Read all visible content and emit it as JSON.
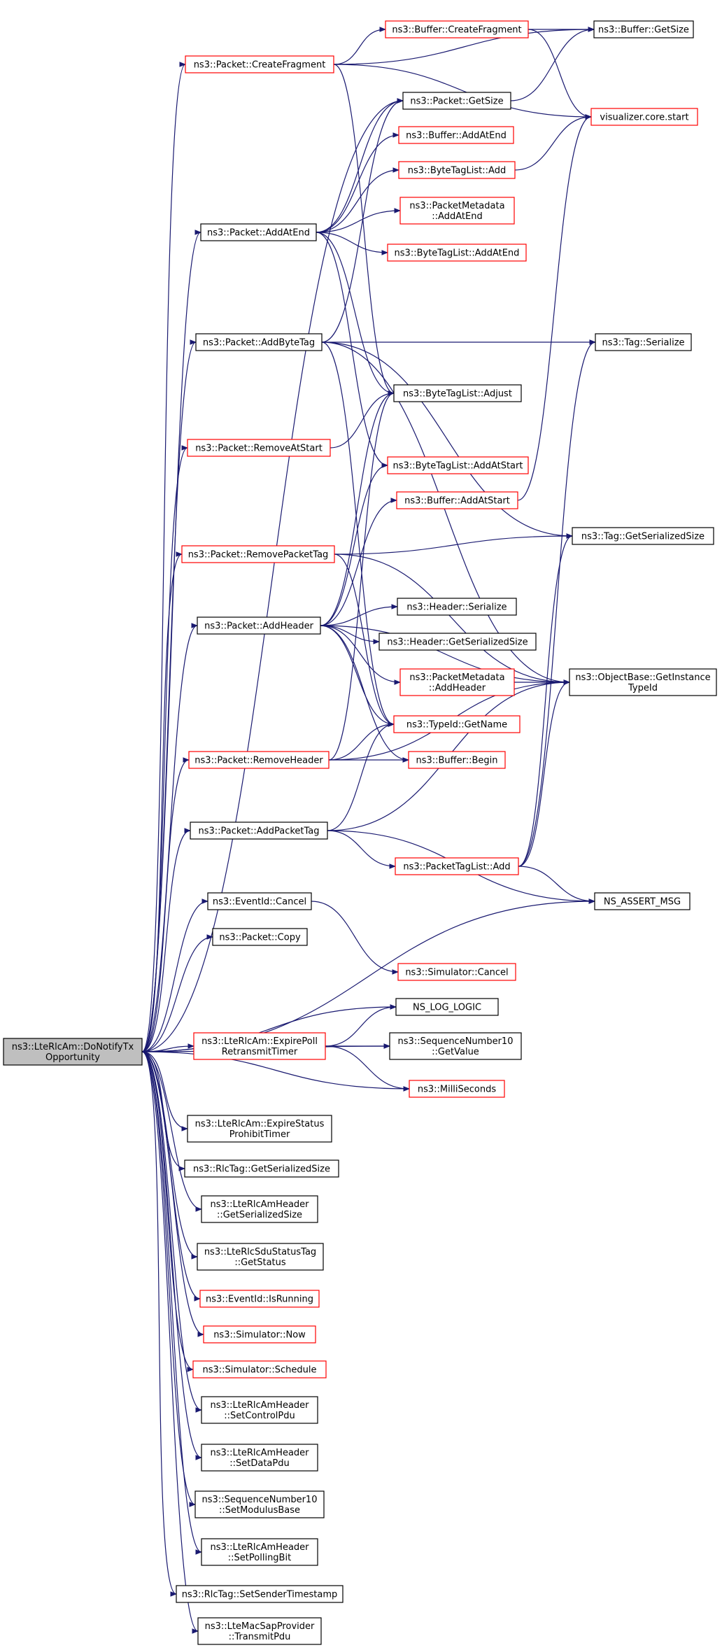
{
  "colors": {
    "edge": "#191970",
    "box_black": "#000000",
    "box_red": "#ff0000",
    "root_fill": "#bfbfbf",
    "box_fill": "#ffffff"
  },
  "nodes": [
    {
      "id": "root",
      "lines": [
        "ns3::LteRlcAm::DoNotifyTx",
        "Opportunity"
      ],
      "style": "root"
    },
    {
      "id": "createFragment",
      "lines": [
        "ns3::Packet::CreateFragment"
      ],
      "style": "red"
    },
    {
      "id": "bufCreateFragment",
      "lines": [
        "ns3::Buffer::CreateFragment"
      ],
      "style": "red"
    },
    {
      "id": "bufGetSize",
      "lines": [
        "ns3::Buffer::GetSize"
      ],
      "style": "black"
    },
    {
      "id": "pktGetSize",
      "lines": [
        "ns3::Packet::GetSize"
      ],
      "style": "black"
    },
    {
      "id": "vizStart",
      "lines": [
        "visualizer.core.start"
      ],
      "style": "red"
    },
    {
      "id": "bufAddAtEnd",
      "lines": [
        "ns3::Buffer::AddAtEnd"
      ],
      "style": "red"
    },
    {
      "id": "btlAdd",
      "lines": [
        "ns3::ByteTagList::Add"
      ],
      "style": "red"
    },
    {
      "id": "pktAddAtEnd",
      "lines": [
        "ns3::Packet::AddAtEnd"
      ],
      "style": "black"
    },
    {
      "id": "pmAddAtEnd",
      "lines": [
        "ns3::PacketMetadata",
        "::AddAtEnd"
      ],
      "style": "red"
    },
    {
      "id": "btlAddAtEnd",
      "lines": [
        "ns3::ByteTagList::AddAtEnd"
      ],
      "style": "red"
    },
    {
      "id": "pktAddByteTag",
      "lines": [
        "ns3::Packet::AddByteTag"
      ],
      "style": "black"
    },
    {
      "id": "tagSerialize",
      "lines": [
        "ns3::Tag::Serialize"
      ],
      "style": "black"
    },
    {
      "id": "btlAdjust",
      "lines": [
        "ns3::ByteTagList::Adjust"
      ],
      "style": "black"
    },
    {
      "id": "pktRemoveAtStart",
      "lines": [
        "ns3::Packet::RemoveAtStart"
      ],
      "style": "red"
    },
    {
      "id": "btlAddAtStart",
      "lines": [
        "ns3::ByteTagList::AddAtStart"
      ],
      "style": "red"
    },
    {
      "id": "bufAddAtStart",
      "lines": [
        "ns3::Buffer::AddAtStart"
      ],
      "style": "red"
    },
    {
      "id": "tagGetSerSize",
      "lines": [
        "ns3::Tag::GetSerializedSize"
      ],
      "style": "black"
    },
    {
      "id": "pktRemovePacketTag",
      "lines": [
        "ns3::Packet::RemovePacketTag"
      ],
      "style": "red"
    },
    {
      "id": "pktAddHeader",
      "lines": [
        "ns3::Packet::AddHeader"
      ],
      "style": "black"
    },
    {
      "id": "hdrSerialize",
      "lines": [
        "ns3::Header::Serialize"
      ],
      "style": "black"
    },
    {
      "id": "hdrGetSerSize",
      "lines": [
        "ns3::Header::GetSerializedSize"
      ],
      "style": "black"
    },
    {
      "id": "pmAddHeader",
      "lines": [
        "ns3::PacketMetadata",
        "::AddHeader"
      ],
      "style": "red"
    },
    {
      "id": "objGetInstanceTypeId",
      "lines": [
        "ns3::ObjectBase::GetInstance",
        "TypeId"
      ],
      "style": "black"
    },
    {
      "id": "typeIdGetName",
      "lines": [
        "ns3::TypeId::GetName"
      ],
      "style": "red"
    },
    {
      "id": "pktRemoveHeader",
      "lines": [
        "ns3::Packet::RemoveHeader"
      ],
      "style": "red"
    },
    {
      "id": "bufBegin",
      "lines": [
        "ns3::Buffer::Begin"
      ],
      "style": "red"
    },
    {
      "id": "pktAddPacketTag",
      "lines": [
        "ns3::Packet::AddPacketTag"
      ],
      "style": "black"
    },
    {
      "id": "ptlAdd",
      "lines": [
        "ns3::PacketTagList::Add"
      ],
      "style": "red"
    },
    {
      "id": "nsAssertMsg",
      "lines": [
        "NS_ASSERT_MSG"
      ],
      "style": "black"
    },
    {
      "id": "eventIdCancel",
      "lines": [
        "ns3::EventId::Cancel"
      ],
      "style": "black"
    },
    {
      "id": "pktCopy",
      "lines": [
        "ns3::Packet::Copy"
      ],
      "style": "black"
    },
    {
      "id": "simCancel",
      "lines": [
        "ns3::Simulator::Cancel"
      ],
      "style": "red"
    },
    {
      "id": "nsLogLogic",
      "lines": [
        "NS_LOG_LOGIC"
      ],
      "style": "black"
    },
    {
      "id": "expirePoll",
      "lines": [
        "ns3::LteRlcAm::ExpirePoll",
        "RetransmitTimer"
      ],
      "style": "red"
    },
    {
      "id": "seqGetValue",
      "lines": [
        "ns3::SequenceNumber10",
        "::GetValue"
      ],
      "style": "black"
    },
    {
      "id": "milliSeconds",
      "lines": [
        "ns3::MilliSeconds"
      ],
      "style": "red"
    },
    {
      "id": "expireStatus",
      "lines": [
        "ns3::LteRlcAm::ExpireStatus",
        "ProhibitTimer"
      ],
      "style": "black"
    },
    {
      "id": "rlcTagGetSerSize",
      "lines": [
        "ns3::RlcTag::GetSerializedSize"
      ],
      "style": "black"
    },
    {
      "id": "amHdrGetSerSize",
      "lines": [
        "ns3::LteRlcAmHeader",
        "::GetSerializedSize"
      ],
      "style": "black"
    },
    {
      "id": "sduGetStatus",
      "lines": [
        "ns3::LteRlcSduStatusTag",
        "::GetStatus"
      ],
      "style": "black"
    },
    {
      "id": "eventIsRunning",
      "lines": [
        "ns3::EventId::IsRunning"
      ],
      "style": "red"
    },
    {
      "id": "simNow",
      "lines": [
        "ns3::Simulator::Now"
      ],
      "style": "red"
    },
    {
      "id": "simSchedule",
      "lines": [
        "ns3::Simulator::Schedule"
      ],
      "style": "red"
    },
    {
      "id": "setControlPdu",
      "lines": [
        "ns3::LteRlcAmHeader",
        "::SetControlPdu"
      ],
      "style": "black"
    },
    {
      "id": "setDataPdu",
      "lines": [
        "ns3::LteRlcAmHeader",
        "::SetDataPdu"
      ],
      "style": "black"
    },
    {
      "id": "setModulusBase",
      "lines": [
        "ns3::SequenceNumber10",
        "::SetModulusBase"
      ],
      "style": "black"
    },
    {
      "id": "setPollingBit",
      "lines": [
        "ns3::LteRlcAmHeader",
        "::SetPollingBit"
      ],
      "style": "black"
    },
    {
      "id": "setSenderTimestamp",
      "lines": [
        "ns3::RlcTag::SetSenderTimestamp"
      ],
      "style": "black"
    },
    {
      "id": "transmitPdu",
      "lines": [
        "ns3::LteMacSapProvider",
        "::TransmitPdu"
      ],
      "style": "black"
    }
  ],
  "edges": [
    [
      "root",
      "createFragment"
    ],
    [
      "root",
      "pktGetSize"
    ],
    [
      "root",
      "pktAddAtEnd"
    ],
    [
      "root",
      "pktAddByteTag"
    ],
    [
      "root",
      "pktRemoveAtStart"
    ],
    [
      "root",
      "pktRemovePacketTag"
    ],
    [
      "root",
      "pktAddHeader"
    ],
    [
      "root",
      "pktRemoveHeader"
    ],
    [
      "root",
      "pktAddPacketTag"
    ],
    [
      "root",
      "nsAssertMsg"
    ],
    [
      "root",
      "eventIdCancel"
    ],
    [
      "root",
      "pktCopy"
    ],
    [
      "root",
      "nsLogLogic"
    ],
    [
      "root",
      "expirePoll"
    ],
    [
      "root",
      "seqGetValue"
    ],
    [
      "root",
      "milliSeconds"
    ],
    [
      "root",
      "expireStatus"
    ],
    [
      "root",
      "rlcTagGetSerSize"
    ],
    [
      "root",
      "amHdrGetSerSize"
    ],
    [
      "root",
      "sduGetStatus"
    ],
    [
      "root",
      "eventIsRunning"
    ],
    [
      "root",
      "simNow"
    ],
    [
      "root",
      "simSchedule"
    ],
    [
      "root",
      "setControlPdu"
    ],
    [
      "root",
      "setDataPdu"
    ],
    [
      "root",
      "setModulusBase"
    ],
    [
      "root",
      "setPollingBit"
    ],
    [
      "root",
      "setSenderTimestamp"
    ],
    [
      "root",
      "transmitPdu"
    ],
    [
      "createFragment",
      "bufCreateFragment"
    ],
    [
      "createFragment",
      "bufGetSize"
    ],
    [
      "createFragment",
      "vizStart"
    ],
    [
      "createFragment",
      "btlAdjust"
    ],
    [
      "bufCreateFragment",
      "bufGetSize"
    ],
    [
      "bufCreateFragment",
      "vizStart"
    ],
    [
      "pktGetSize",
      "bufGetSize"
    ],
    [
      "btlAdd",
      "vizStart"
    ],
    [
      "pktAddAtEnd",
      "pktGetSize"
    ],
    [
      "pktAddAtEnd",
      "bufAddAtEnd"
    ],
    [
      "pktAddAtEnd",
      "btlAdd"
    ],
    [
      "pktAddAtEnd",
      "pmAddAtEnd"
    ],
    [
      "pktAddAtEnd",
      "btlAddAtEnd"
    ],
    [
      "pktAddAtEnd",
      "btlAdjust"
    ],
    [
      "pktAddAtEnd",
      "btlAddAtStart"
    ],
    [
      "pktAddByteTag",
      "pktGetSize"
    ],
    [
      "pktAddByteTag",
      "tagSerialize"
    ],
    [
      "pktAddByteTag",
      "tagGetSerSize"
    ],
    [
      "pktAddByteTag",
      "objGetInstanceTypeId"
    ],
    [
      "pktAddByteTag",
      "typeIdGetName"
    ],
    [
      "pktRemoveAtStart",
      "btlAdjust"
    ],
    [
      "bufAddAtStart",
      "vizStart"
    ],
    [
      "pktRemovePacketTag",
      "tagGetSerSize"
    ],
    [
      "pktRemovePacketTag",
      "objGetInstanceTypeId"
    ],
    [
      "pktRemovePacketTag",
      "typeIdGetName"
    ],
    [
      "pktAddHeader",
      "btlAdjust"
    ],
    [
      "pktAddHeader",
      "btlAddAtStart"
    ],
    [
      "pktAddHeader",
      "bufAddAtStart"
    ],
    [
      "pktAddHeader",
      "hdrSerialize"
    ],
    [
      "pktAddHeader",
      "hdrGetSerSize"
    ],
    [
      "pktAddHeader",
      "pmAddHeader"
    ],
    [
      "pktAddHeader",
      "objGetInstanceTypeId"
    ],
    [
      "pktAddHeader",
      "typeIdGetName"
    ],
    [
      "pktAddHeader",
      "bufBegin"
    ],
    [
      "pmAddHeader",
      "objGetInstanceTypeId"
    ],
    [
      "pktRemoveHeader",
      "btlAdjust"
    ],
    [
      "pktRemoveHeader",
      "typeIdGetName"
    ],
    [
      "pktRemoveHeader",
      "bufBegin"
    ],
    [
      "pktRemoveHeader",
      "objGetInstanceTypeId"
    ],
    [
      "pktAddPacketTag",
      "typeIdGetName"
    ],
    [
      "pktAddPacketTag",
      "ptlAdd"
    ],
    [
      "pktAddPacketTag",
      "objGetInstanceTypeId"
    ],
    [
      "pktAddPacketTag",
      "nsAssertMsg"
    ],
    [
      "ptlAdd",
      "tagSerialize"
    ],
    [
      "ptlAdd",
      "tagGetSerSize"
    ],
    [
      "ptlAdd",
      "objGetInstanceTypeId"
    ],
    [
      "ptlAdd",
      "nsAssertMsg"
    ],
    [
      "eventIdCancel",
      "simCancel"
    ],
    [
      "expirePoll",
      "nsLogLogic"
    ],
    [
      "expirePoll",
      "seqGetValue"
    ],
    [
      "expirePoll",
      "milliSeconds"
    ]
  ]
}
